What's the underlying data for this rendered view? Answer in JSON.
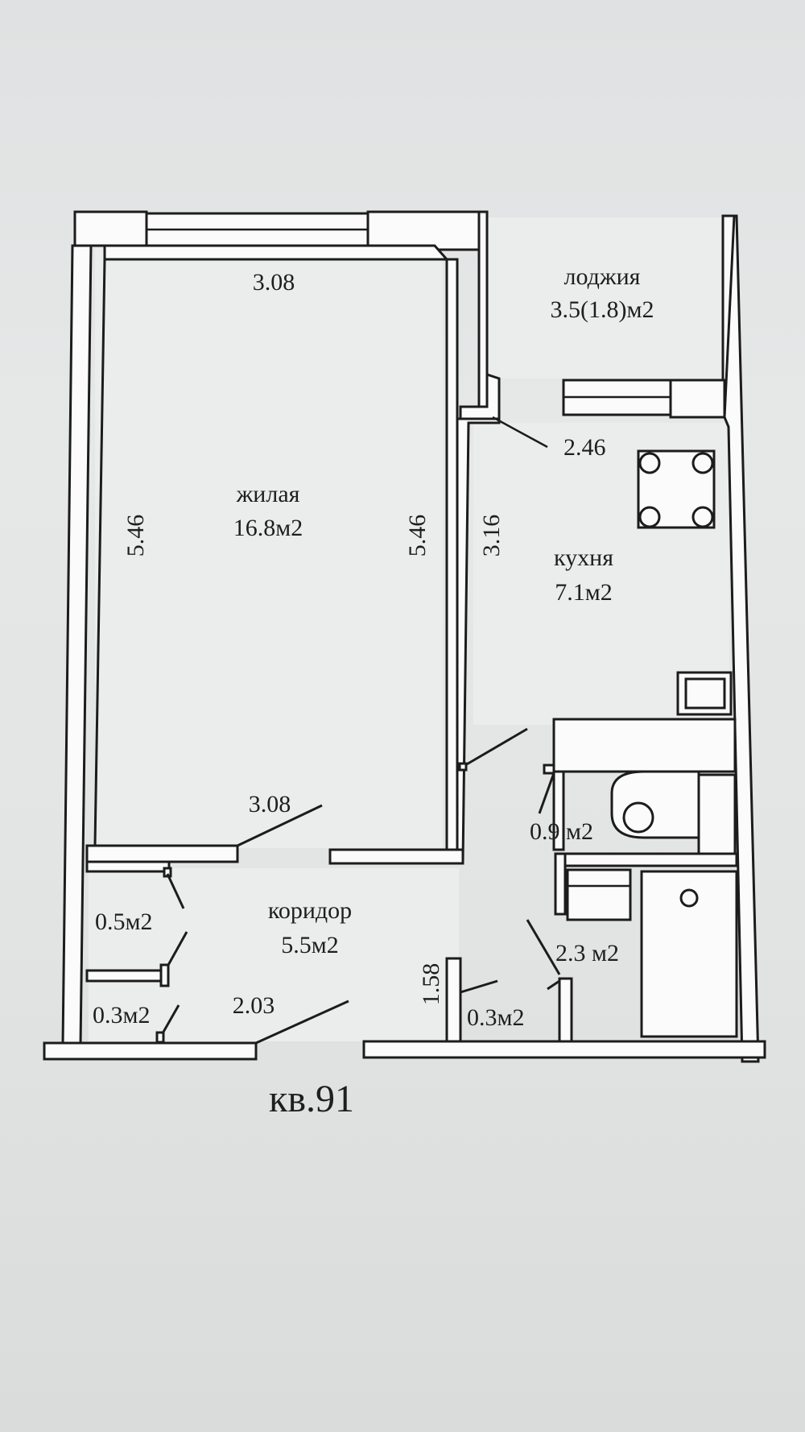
{
  "apartment_label": "кв.91",
  "rooms": {
    "living": {
      "name": "жилая",
      "area": "16.8м2"
    },
    "loggia": {
      "name": "лоджия",
      "area": "3.5(1.8)м2"
    },
    "kitchen": {
      "name": "кухня",
      "area": "7.1м2"
    },
    "corridor": {
      "name": "коридор",
      "area": "5.5м2"
    },
    "closet_upper": {
      "area": "0.5м2"
    },
    "closet_lower": {
      "area": "0.3м2"
    },
    "toilet": {
      "area": "0.9 м2"
    },
    "bathroom": {
      "area": "2.3 м2"
    },
    "storage": {
      "area": "0.3м2"
    }
  },
  "dimensions": {
    "living_top": "3.08",
    "living_bottom": "3.08",
    "living_left": "5.46",
    "living_right": "5.46",
    "kitchen_top": "2.46",
    "kitchen_left": "3.16",
    "corridor_bottom": "2.03",
    "corridor_right": "1.58"
  }
}
